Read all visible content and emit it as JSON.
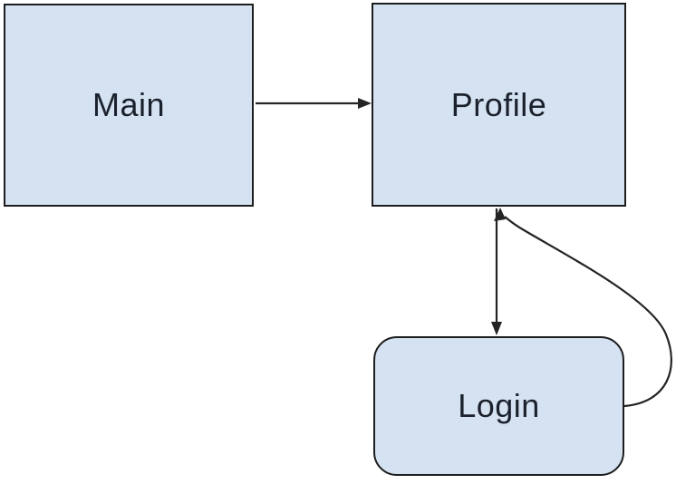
{
  "diagram": {
    "background_color": "#ffffff",
    "node_fill_color": "#d5e2f1",
    "node_border_color": "#1d1d1d",
    "arrow_color": "#242424",
    "nodes": [
      {
        "id": "main",
        "label": "Main",
        "shape": "rectangle"
      },
      {
        "id": "profile",
        "label": "Profile",
        "shape": "rectangle"
      },
      {
        "id": "login",
        "label": "Login",
        "shape": "rounded-rectangle"
      }
    ],
    "edges": [
      {
        "from": "Main",
        "to": "Profile",
        "style": "straight",
        "direction": "right"
      },
      {
        "from": "Profile",
        "to": "Login",
        "style": "straight",
        "direction": "down"
      },
      {
        "from": "Login",
        "to": "Profile",
        "style": "curved",
        "direction": "up"
      }
    ]
  }
}
